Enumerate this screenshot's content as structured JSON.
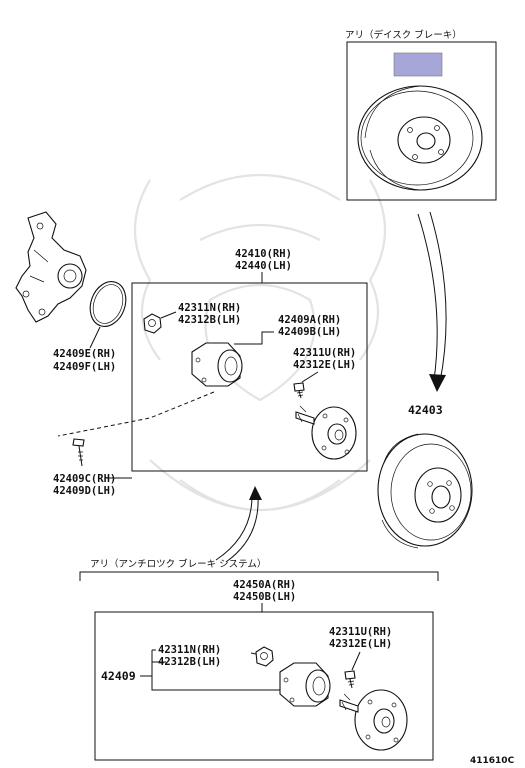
{
  "disc_brake_note": "アリ（デイスク ブレーキ）",
  "abs_note": "アリ（アンチロツク ブレーキ システム）",
  "parts": {
    "hub_assy_rh": "42410(RH)",
    "hub_assy_lh": "42440(LH)",
    "nut_rh": "42311N(RH)",
    "nut_lh": "42312B(LH)",
    "bearing_rh": "42409A(RH)",
    "bearing_lh": "42409B(LH)",
    "bolt_rh": "42311U(RH)",
    "bolt_lh": "42312E(LH)",
    "oring_rh": "42409E(RH)",
    "oring_lh": "42409F(LH)",
    "hubbolt_rh": "42409C(RH)",
    "hubbolt_lh": "42409D(LH)",
    "drum": "42403",
    "abs_hub_rh": "42450A(RH)",
    "abs_hub_lh": "42450B(LH)",
    "abs_nut_rh": "42311N(RH)",
    "abs_nut_lh": "42312B(LH)",
    "abs_bolt_rh": "42311U(RH)",
    "abs_bolt_lh": "42312E(LH)",
    "abs_bearing": "42409"
  },
  "ref_code": "411610C",
  "colors": {
    "highlight": "#a7a6d8",
    "line": "#111111"
  }
}
